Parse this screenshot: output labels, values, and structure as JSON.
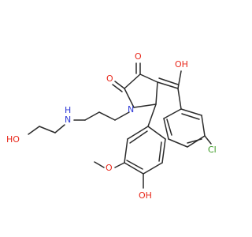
{
  "atoms": {
    "o_keto": "O",
    "o_lactam": "O",
    "n_ring": "N",
    "oh_enol": "OH",
    "cl": "Cl",
    "oh_left": "HO",
    "nh": "N",
    "h_nh": "H",
    "ome_o": "O",
    "oh_phenol": "OH"
  },
  "colors": {
    "bond": "#2b2b2b",
    "oxygen": "#e8271a",
    "nitrogen": "#2f3ad6",
    "chlorine": "#3a9a22"
  }
}
